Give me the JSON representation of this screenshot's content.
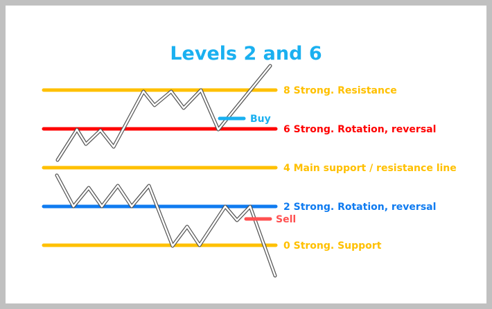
{
  "title": "Levels 2 and 6",
  "colors": {
    "title": "#1ab0f0",
    "yellow": "#ffc000",
    "red": "#ff0000",
    "blue": "#0f7bf0",
    "buy": "#1ab0f0",
    "sell": "#ff5050"
  },
  "levels": [
    {
      "label": "8 Strong. Resistance",
      "color": "#ffc000"
    },
    {
      "label": "6 Strong. Rotation, reversal",
      "color": "#ff0000"
    },
    {
      "label": "4 Main support / resistance line",
      "color": "#ffc000"
    },
    {
      "label": "2 Strong. Rotation, reversal",
      "color": "#0f7bf0"
    },
    {
      "label": "0 Strong. Support",
      "color": "#ffc000"
    }
  ],
  "markers": {
    "buy": "Buy",
    "sell": "Sell"
  }
}
